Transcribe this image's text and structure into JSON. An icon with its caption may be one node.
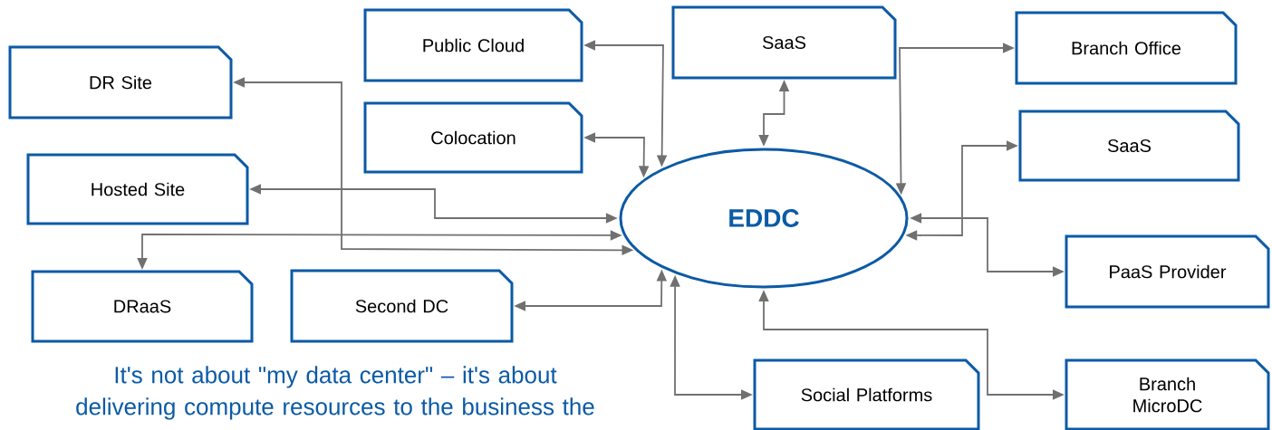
{
  "diagram": {
    "caption": "It's not about \"my data center\" – it's about delivering compute resources to the business the",
    "nodes": [
      {
        "text": [
          "Public Cloud"
        ]
      },
      {
        "text": [
          "SaaS"
        ]
      },
      {
        "text": [
          "Branch Office"
        ]
      },
      {
        "text": [
          "DR Site"
        ]
      },
      {
        "text": [
          "Colocation"
        ]
      },
      {
        "text": [
          "SaaS"
        ]
      },
      {
        "text": [
          "Hosted Site"
        ]
      },
      {
        "text": [
          "EDDC"
        ]
      },
      {
        "text": [
          "DRaaS"
        ]
      },
      {
        "text": [
          "Second DC"
        ]
      },
      {
        "text": [
          "PaaS Provider"
        ]
      },
      {
        "text": [
          "Social Platforms"
        ]
      },
      {
        "text": [
          "Branch MicroDC"
        ]
      }
    ],
    "edges": [
      {
        "from": 0,
        "to": 7,
        "arrow": "both"
      },
      {
        "from": 1,
        "to": 7,
        "arrow": "both"
      },
      {
        "from": 2,
        "to": 7,
        "arrow": "both"
      },
      {
        "from": 3,
        "to": 7,
        "arrow": "both"
      },
      {
        "from": 4,
        "to": 7,
        "arrow": "both"
      },
      {
        "from": 5,
        "to": 7,
        "arrow": "both"
      },
      {
        "from": 6,
        "to": 7,
        "arrow": "both"
      },
      {
        "from": 8,
        "to": 7,
        "arrow": "both"
      },
      {
        "from": 9,
        "to": 7,
        "arrow": "both"
      },
      {
        "from": 11,
        "to": 7,
        "arrow": "both"
      },
      {
        "from": 10,
        "to": 7,
        "arrow": "both"
      },
      {
        "from": 12,
        "to": 7,
        "arrow": "both"
      }
    ]
  }
}
